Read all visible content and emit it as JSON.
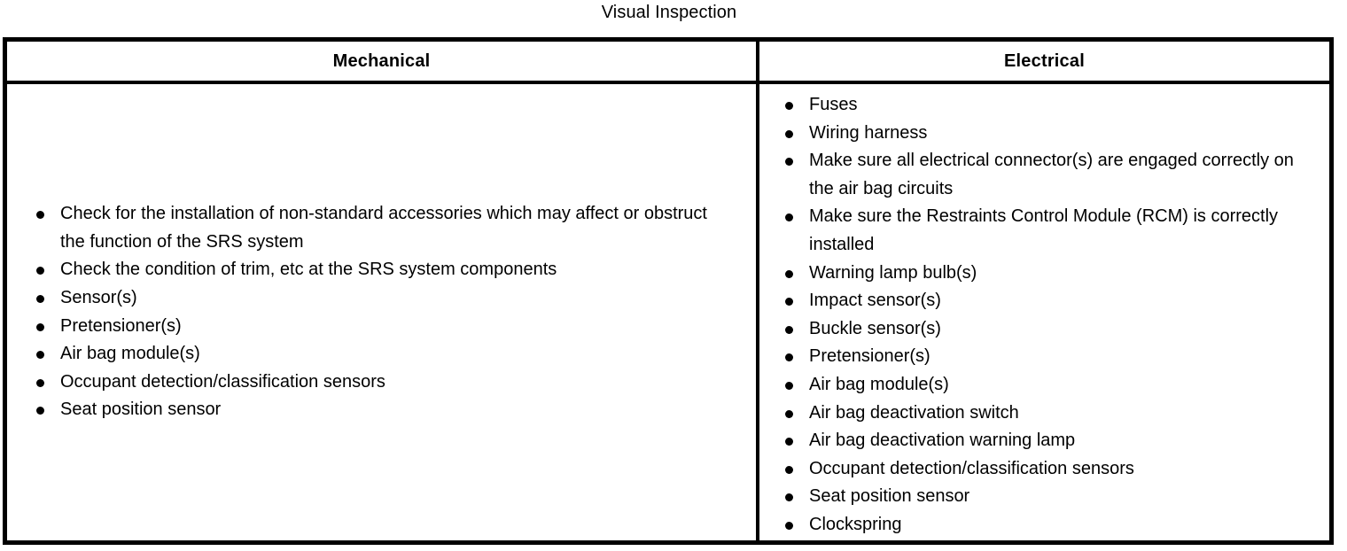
{
  "title": "Visual Inspection",
  "table": {
    "headers": {
      "mechanical": "Mechanical",
      "electrical": "Electrical"
    },
    "mechanical_items": [
      "Check for the installation of non-standard accessories which may affect or obstruct the function of the SRS system",
      "Check the condition of trim, etc at the SRS system components",
      "Sensor(s)",
      "Pretensioner(s)",
      "Air bag module(s)",
      "Occupant detection/classification sensors",
      "Seat position sensor"
    ],
    "electrical_items": [
      "Fuses",
      "Wiring harness",
      "Make sure all electrical connector(s) are engaged correctly on the air bag circuits",
      "Make sure the Restraints Control Module (RCM) is correctly installed",
      "Warning lamp bulb(s)",
      "Impact sensor(s)",
      "Buckle sensor(s)",
      "Pretensioner(s)",
      "Air bag module(s)",
      "Air bag deactivation switch",
      "Air bag deactivation warning lamp",
      "Occupant detection/classification sensors",
      "Seat position sensor",
      "Clockspring"
    ]
  }
}
